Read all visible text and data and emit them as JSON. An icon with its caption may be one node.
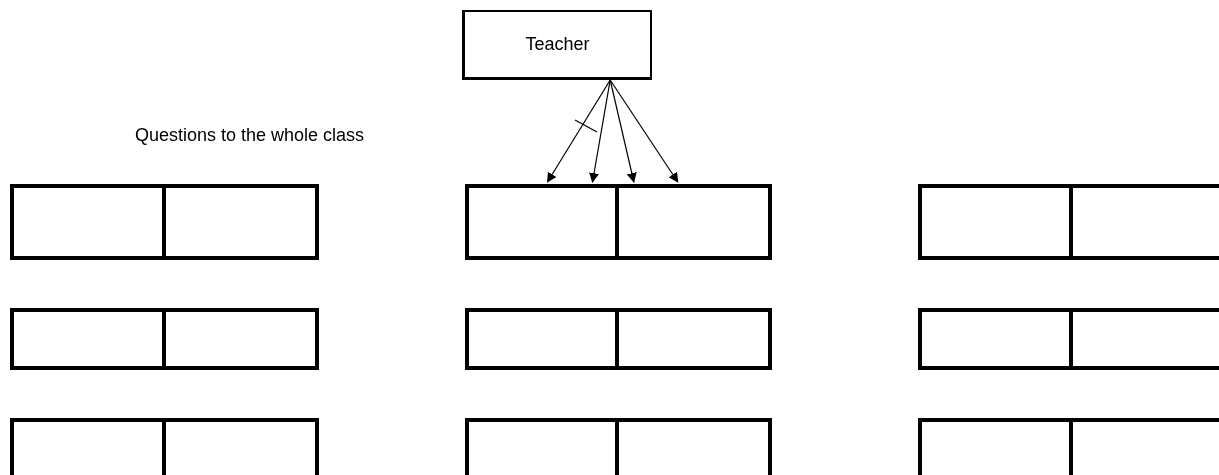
{
  "diagram": {
    "nodes": [
      {
        "text": [
          "Teacher"
        ]
      },
      {
        "text": [],
        "shape": "box"
      },
      {
        "text": [],
        "shape": "box"
      },
      {
        "text": [],
        "shape": "box"
      },
      {
        "text": [],
        "shape": "box"
      },
      {
        "text": [],
        "shape": "box"
      },
      {
        "text": [],
        "shape": "box"
      },
      {
        "text": [],
        "shape": "box"
      },
      {
        "text": [],
        "shape": "box"
      },
      {
        "text": [],
        "shape": "box"
      },
      {
        "text": [],
        "shape": "box"
      },
      {
        "text": [],
        "shape": "box"
      },
      {
        "text": [],
        "shape": "box"
      },
      {
        "text": [],
        "shape": "box"
      },
      {
        "text": [],
        "shape": "box"
      },
      {
        "text": [],
        "shape": "box"
      },
      {
        "text": [],
        "shape": "box"
      },
      {
        "text": [],
        "shape": "box"
      },
      {
        "text": [],
        "shape": "box"
      }
    ],
    "edges": [
      {
        "from": 0,
        "to": 3,
        "arrow": "to"
      },
      {
        "from": 0,
        "to": 3,
        "arrow": "to"
      },
      {
        "from": 0,
        "to": 4,
        "arrow": "to"
      },
      {
        "from": 0,
        "to": 4,
        "arrow": "to"
      }
    ],
    "labels": [
      "Questions to the whole class"
    ]
  }
}
